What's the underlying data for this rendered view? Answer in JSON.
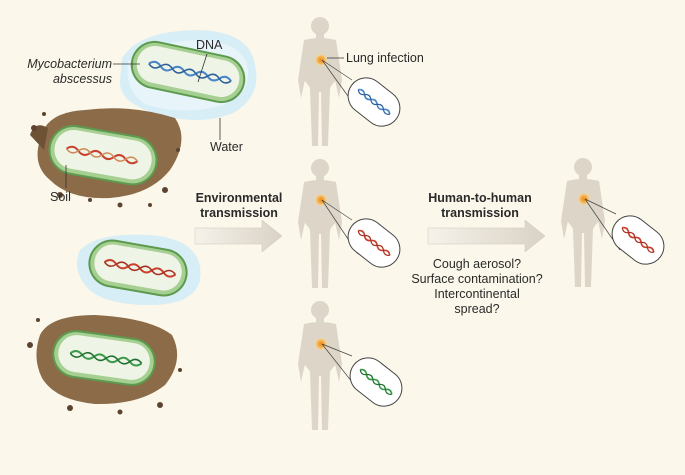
{
  "labels": {
    "species_line1": "Mycobacterium",
    "species_line2": "abscessus",
    "dna": "DNA",
    "water": "Water",
    "soil": "Soil",
    "lung_infection": "Lung infection"
  },
  "arrows": {
    "environmental": {
      "line1": "Environmental",
      "line2": "transmission"
    },
    "human_to_human": {
      "line1": "Human-to-human",
      "line2": "transmission"
    }
  },
  "questions": {
    "q1": "Cough aerosol?",
    "q2": "Surface contamination?",
    "q3": "Intercontinental",
    "q4": "spread?"
  },
  "colors": {
    "background": "#fbf7ea",
    "bacterium_fill": "#cfe6c4",
    "bacterium_outline": "#4f9a4c",
    "water": "#cfe8f2",
    "soil": "#8a6a4a",
    "body": "#ddd6c8",
    "infection": "#f4a93a",
    "dna_blue": "#4a86c8",
    "dna_red": "#c9412e",
    "dna_green": "#3b9a4a",
    "arrow": "#e6e0d4"
  }
}
